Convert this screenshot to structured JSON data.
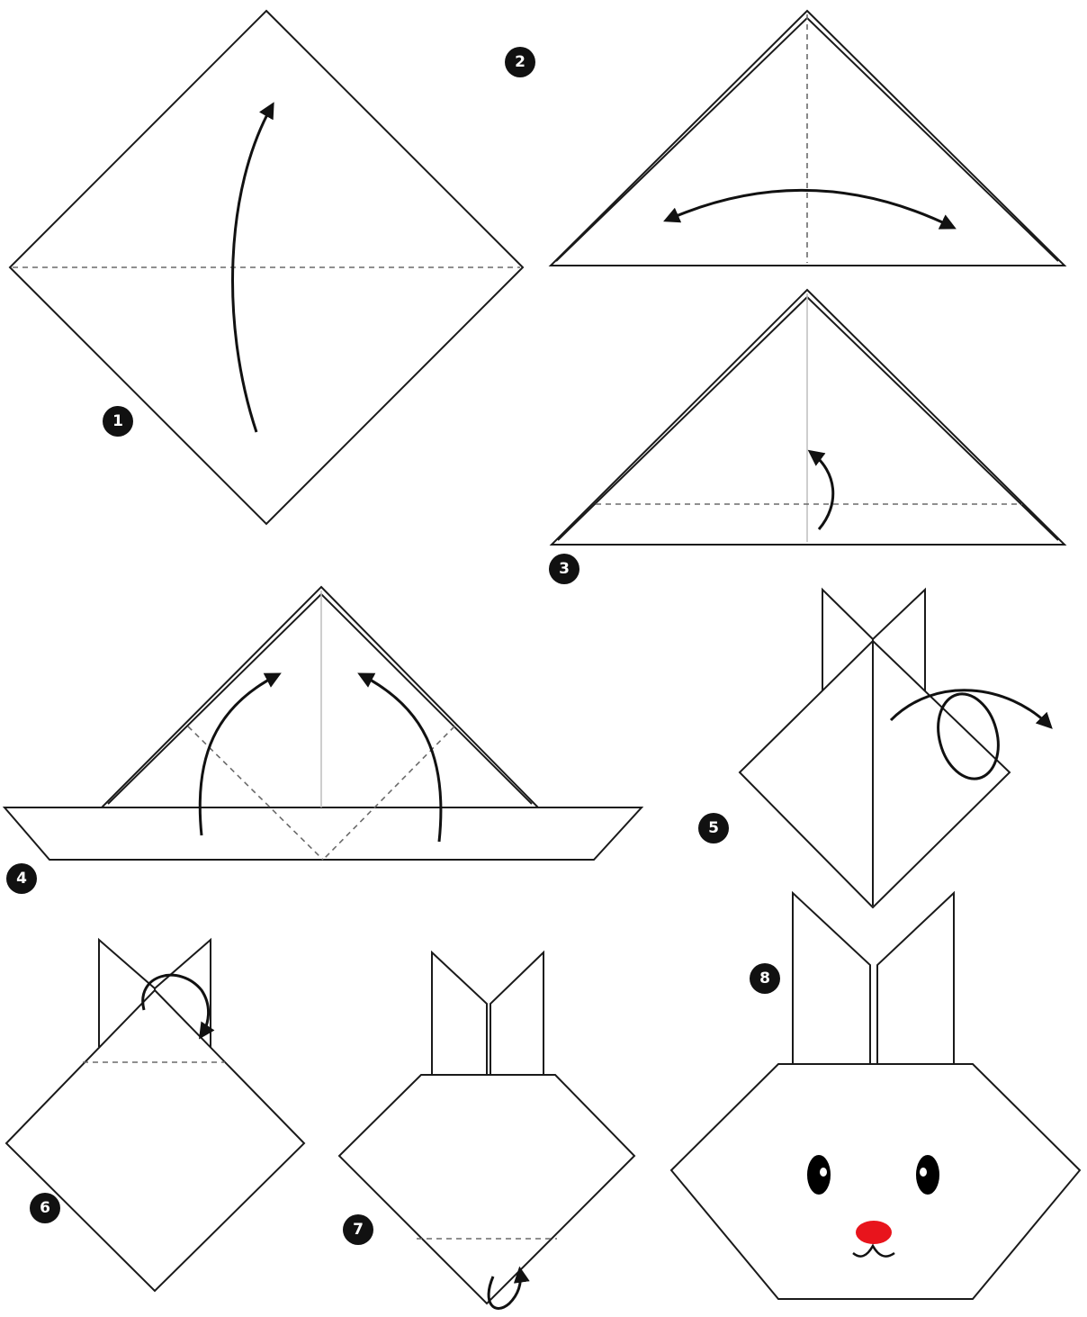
{
  "steps": [
    {
      "number": "1"
    },
    {
      "number": "2"
    },
    {
      "number": "3"
    },
    {
      "number": "4"
    },
    {
      "number": "5"
    },
    {
      "number": "6"
    },
    {
      "number": "7"
    },
    {
      "number": "8"
    }
  ],
  "colors": {
    "paper": "#ffffff",
    "outline": "#1a1a1a",
    "fold_line": "#6a6a6a",
    "badge": "#111111",
    "eyes": "#000000",
    "nose": "#e8141c"
  },
  "icons": [
    "fold-arrow-icon",
    "turn-over-arrow-icon",
    "step-number-badge-icon"
  ]
}
